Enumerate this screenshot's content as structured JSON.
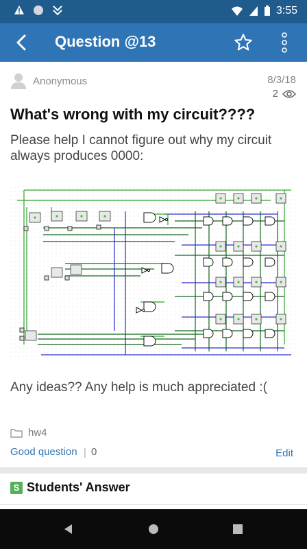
{
  "status_bar": {
    "time": "3:55",
    "icons": [
      "warning-icon",
      "circle-icon",
      "mail-icon",
      "wifi-icon",
      "signal-icon",
      "battery-icon"
    ]
  },
  "app_bar": {
    "title": "Question @13",
    "icons": [
      "back-arrow-icon",
      "star-icon",
      "more-vert-icon"
    ]
  },
  "post": {
    "author": "Anonymous",
    "date": "8/3/18",
    "views": "2",
    "title": "What's wrong with my circuit????",
    "body": "Please help I cannot figure out why my circuit always produces 0000:",
    "body2": "Any ideas?? Any help is much appreciated  :(",
    "folder": "hw4",
    "good_question_label": "Good question",
    "good_question_separator": "|",
    "good_question_count": "0",
    "edit_label": "Edit"
  },
  "answers": {
    "badge": "S",
    "title": "Students' Answer"
  },
  "colors": {
    "status_bar": "#1f5b8c",
    "app_bar": "#2f74b5",
    "link": "#2f74b5",
    "badge": "#55b059",
    "wire_green": "#2aa52a",
    "wire_blue": "#2a2ad0"
  }
}
